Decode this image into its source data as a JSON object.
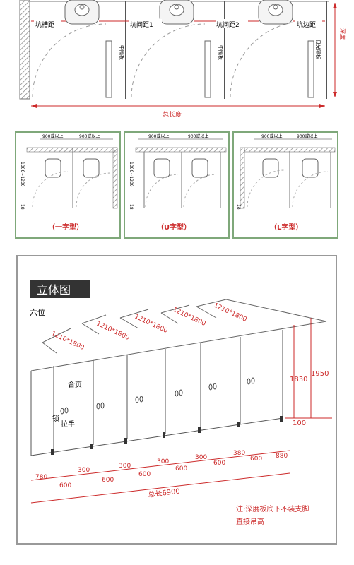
{
  "plan": {
    "labels": {
      "pit_edge_left": "坑槽距",
      "pit_spacing_1": "坑间距1",
      "pit_spacing_2": "坑间距2",
      "pit_edge_right": "坑边距",
      "middle_board_1": "中隔板",
      "middle_board_2": "中隔板",
      "mirror_panel": "见光隔板",
      "depth": "深度",
      "total_length": "总长度"
    }
  },
  "layouts": [
    {
      "label": "（一字型）",
      "width_left": "900或以上",
      "width_right": "900或以上",
      "depth": "1000~1200",
      "side": "18"
    },
    {
      "label": "（U字型）",
      "width_left": "900或以上",
      "width_right": "900或以上",
      "depth": "1000~1200",
      "side": "18"
    },
    {
      "label": "（L字型）",
      "width_left": "900或以上",
      "width_right": "900或以上",
      "depth": "",
      "side": "18"
    }
  ],
  "three_d": {
    "title": "立体图",
    "subtitle": "六位",
    "top_dims": [
      "1210*1800",
      "1210*1800",
      "1210*1800",
      "1210*1800",
      "1210*1800"
    ],
    "hinge": "合页",
    "lock": "锁",
    "handle": "拉手",
    "height_outer": "1950",
    "height_door": "1830",
    "foot": "100",
    "bottom_row_a": [
      "300",
      "300",
      "300",
      "300",
      "380"
    ],
    "bottom_row_b": [
      "600",
      "600",
      "600",
      "600",
      "600",
      "880"
    ],
    "left_dim": "780",
    "left_dim_b": "600",
    "total": "总长6900",
    "note_line1": "注:深度板底下不装支脚",
    "note_line2": "直接吊高"
  },
  "colors": {
    "accent_red": "#cc2a2a",
    "panel_green": "#7fa87a",
    "title_bg": "#333333"
  }
}
